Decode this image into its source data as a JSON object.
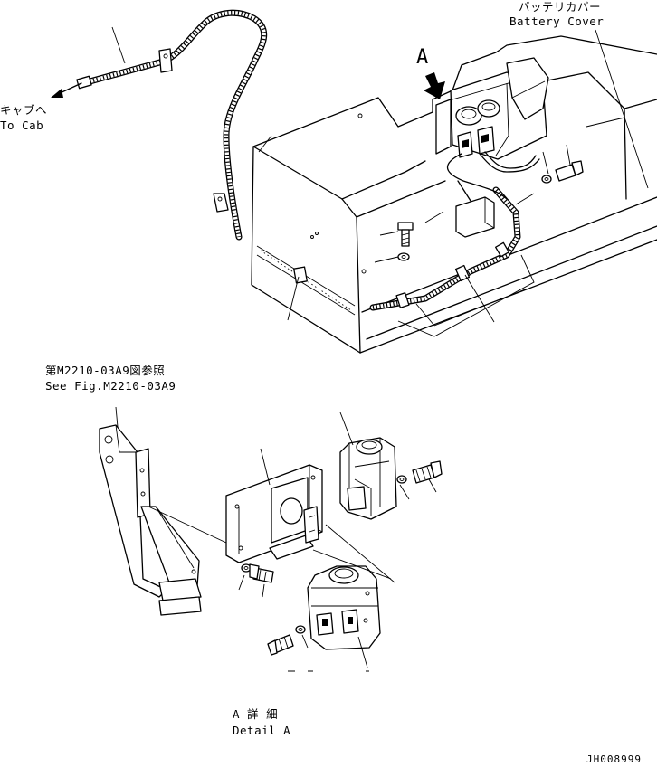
{
  "labels": {
    "battery_cover_jp": "バッテリカバー",
    "battery_cover_en": "Battery Cover",
    "to_cab_jp": "キャブへ",
    "to_cab_en": "To Cab",
    "view_letter": "A",
    "see_fig_jp": "第M2210-03A9図参照",
    "see_fig_en": "See Fig.M2210-03A9",
    "detail_jp": "A 詳 細",
    "detail_en": "Detail A",
    "drawing_code": "JH008999"
  },
  "colors": {
    "line": "#000000",
    "background": "#ffffff"
  }
}
